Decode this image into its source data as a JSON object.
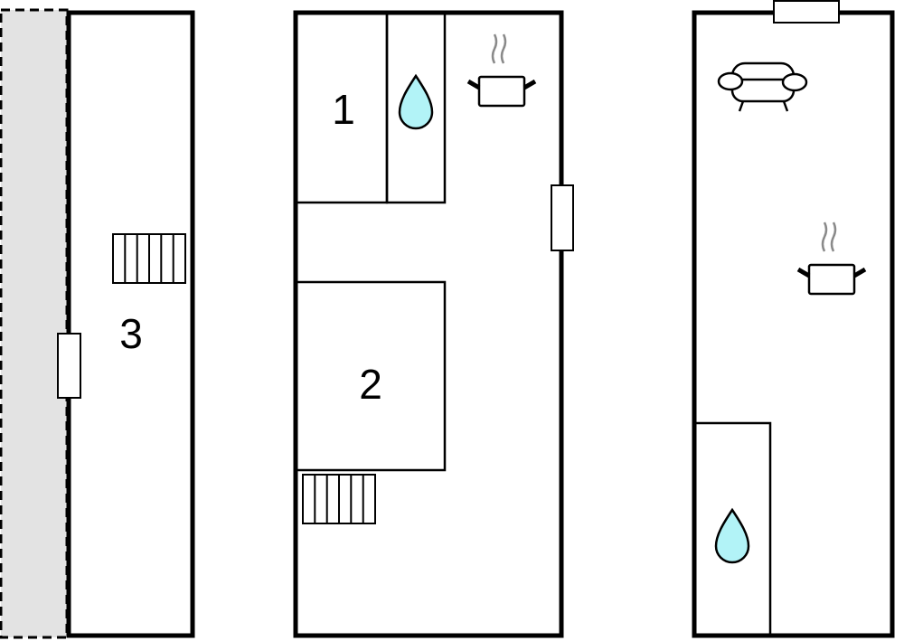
{
  "floor_plan": {
    "room_labels": [
      "1",
      "2",
      "3"
    ],
    "icons": [
      "stairs-icon",
      "window-icon",
      "water-drop-icon",
      "cooking-pot-icon",
      "armchair-icon"
    ],
    "colors": {
      "wall": "#000000",
      "water": "#b2f3f7",
      "outside_area": "#e3e3e3",
      "steam": "#8a8a8a"
    }
  }
}
